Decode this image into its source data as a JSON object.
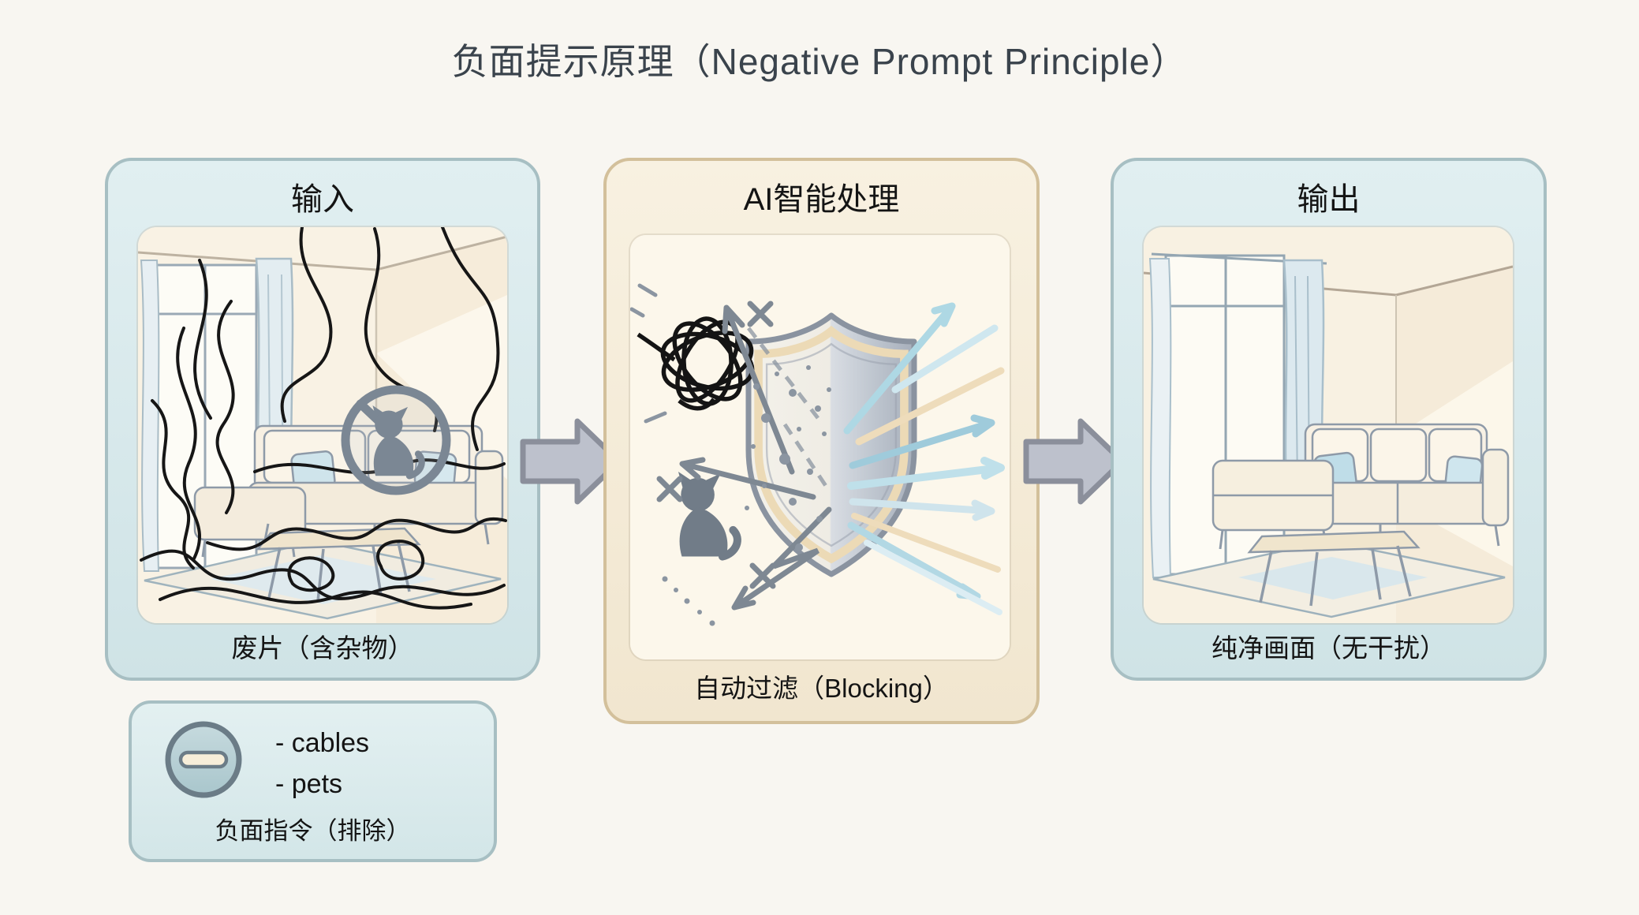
{
  "title": "负面提示原理（Negative Prompt Principle）",
  "panels": [
    {
      "header": "输入",
      "caption": "废片（含杂物）",
      "illustration": "messy-living-room-with-cables-and-cat-sign"
    },
    {
      "header": "AI智能处理",
      "caption": "自动过滤（Blocking）",
      "illustration": "shield-blocking-clutter-and-pets"
    },
    {
      "header": "输出",
      "caption": "纯净画面（无干扰）",
      "illustration": "clean-living-room"
    }
  ],
  "flow_arrows": [
    "right-arrow-icon",
    "right-arrow-icon"
  ],
  "legend": {
    "icon": "minus-circle-icon",
    "items": [
      "- cables",
      "- pets"
    ],
    "caption": "负面指令（排除）"
  },
  "colors": {
    "page_bg": "#f8f6f1",
    "title_color": "#3a434c",
    "text_color": "#141414",
    "panel_blue_bg_top": "#e1eff1",
    "panel_blue_bg_bottom": "#cfe3e6",
    "panel_blue_border": "#a7bfc3",
    "panel_cream_bg_top": "#f8f1e1",
    "panel_cream_bg_bottom": "#f1e6cf",
    "panel_cream_border": "#d3c09b",
    "card_bg": "#faf3e6",
    "arrow_fill": "#bdc1cc",
    "arrow_stroke": "#8b8f9b",
    "legend_bg_top": "#e3f0f1",
    "legend_bg_bottom": "#d3e6e8"
  }
}
